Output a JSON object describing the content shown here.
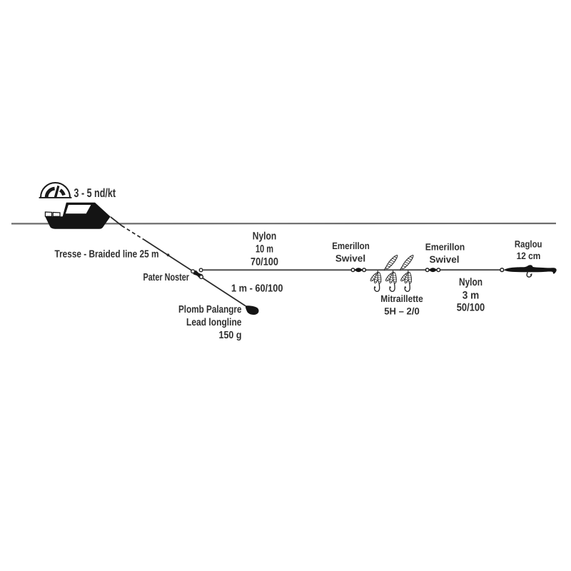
{
  "diagram": {
    "boat": {
      "speed_label": "3 - 5 nd/kt"
    },
    "braided_line": {
      "label": "Tresse - Braided line 25 m"
    },
    "pater_noster": {
      "label": "Pater Noster"
    },
    "main_nylon": {
      "line1": "Nylon",
      "line2": "10 m",
      "line3": "70/100"
    },
    "sinker_dropper": {
      "label": "1 m - 60/100"
    },
    "sinker": {
      "line1": "Plomb Palangre",
      "line2": "Lead longline",
      "line3": "150 g"
    },
    "swivel_first": {
      "line1": "Emerillon",
      "line2": "Swivel"
    },
    "swivel_second": {
      "line1": "Emerillon",
      "line2": "Swivel"
    },
    "mitraillette": {
      "line1": "Mitraillette",
      "line2": "5H – 2/0"
    },
    "leader_nylon": {
      "line1": "Nylon",
      "line2": "3 m",
      "line3": "50/100"
    },
    "raglou": {
      "line1": "Raglou",
      "line2": "12 cm"
    }
  },
  "colors": {
    "background": "#ffffff",
    "ink": "#2f2f2f",
    "black": "#161616",
    "line": "#555555",
    "water": "#6e6e6e"
  }
}
